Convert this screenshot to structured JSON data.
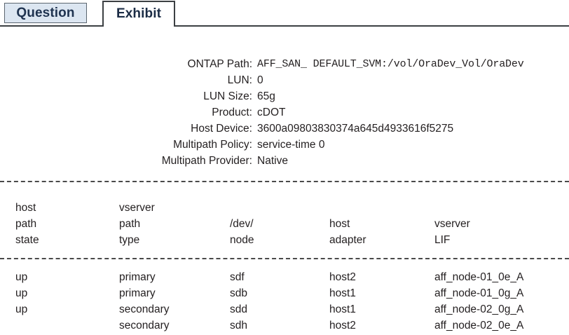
{
  "tabs": [
    {
      "label": "Question",
      "active": false
    },
    {
      "label": "Exhibit",
      "active": true
    }
  ],
  "details": [
    {
      "label": "ONTAP Path:",
      "value": "AFF_SAN_ DEFAULT_SVM:/vol/OraDev_Vol/OraDev",
      "mono": true
    },
    {
      "label": "LUN:",
      "value": "0",
      "mono": false
    },
    {
      "label": "LUN Size:",
      "value": "65g",
      "mono": false
    },
    {
      "label": "Product:",
      "value": "cDOT",
      "mono": false
    },
    {
      "label": "Host Device:",
      "value": "3600a09803830374a645d4933616f5275",
      "mono": false
    },
    {
      "label": "Multipath Policy:",
      "value": "service-time 0",
      "mono": false
    },
    {
      "label": "Multipath Provider:",
      "value": "Native",
      "mono": false
    }
  ],
  "table": {
    "header_lines": [
      [
        "host",
        "vserver",
        "",
        "",
        ""
      ],
      [
        "path",
        "path",
        "/dev/",
        "host",
        "vserver"
      ],
      [
        "state",
        "type",
        "node",
        "adapter",
        "LIF"
      ]
    ],
    "rows": [
      [
        "up",
        "primary",
        "sdf",
        "host2",
        "aff_node-01_0e_A"
      ],
      [
        "up",
        "primary",
        "sdb",
        "host1",
        "aff_node-01_0g_A"
      ],
      [
        "up",
        "secondary",
        "sdd",
        "host1",
        "aff_node-02_0g_A"
      ],
      [
        "",
        "secondary",
        "sdh",
        "host2",
        "aff_node-02_0e_A"
      ]
    ]
  }
}
